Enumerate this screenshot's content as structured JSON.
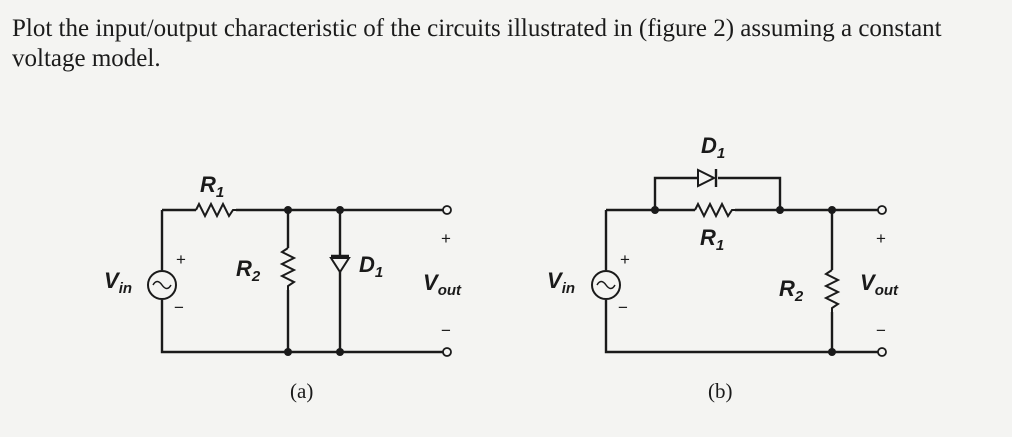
{
  "question": "Plot the input/output characteristic of the circuits illustrated in (figure 2) assuming a constant voltage model.",
  "circuit_a": {
    "caption": "(a)",
    "r1": {
      "main": "R",
      "sub": "1"
    },
    "r2": {
      "main": "R",
      "sub": "2"
    },
    "d1": {
      "main": "D",
      "sub": "1"
    },
    "vin": {
      "main": "V",
      "sub": "in"
    },
    "vout": {
      "main": "V",
      "sub": "out"
    },
    "plus": "+",
    "minus": "−"
  },
  "circuit_b": {
    "caption": "(b)",
    "d1": {
      "main": "D",
      "sub": "1"
    },
    "r1": {
      "main": "R",
      "sub": "1"
    },
    "r2": {
      "main": "R",
      "sub": "2"
    },
    "vin": {
      "main": "V",
      "sub": "in"
    },
    "vout": {
      "main": "V",
      "sub": "out"
    },
    "plus": "+",
    "minus": "−"
  }
}
